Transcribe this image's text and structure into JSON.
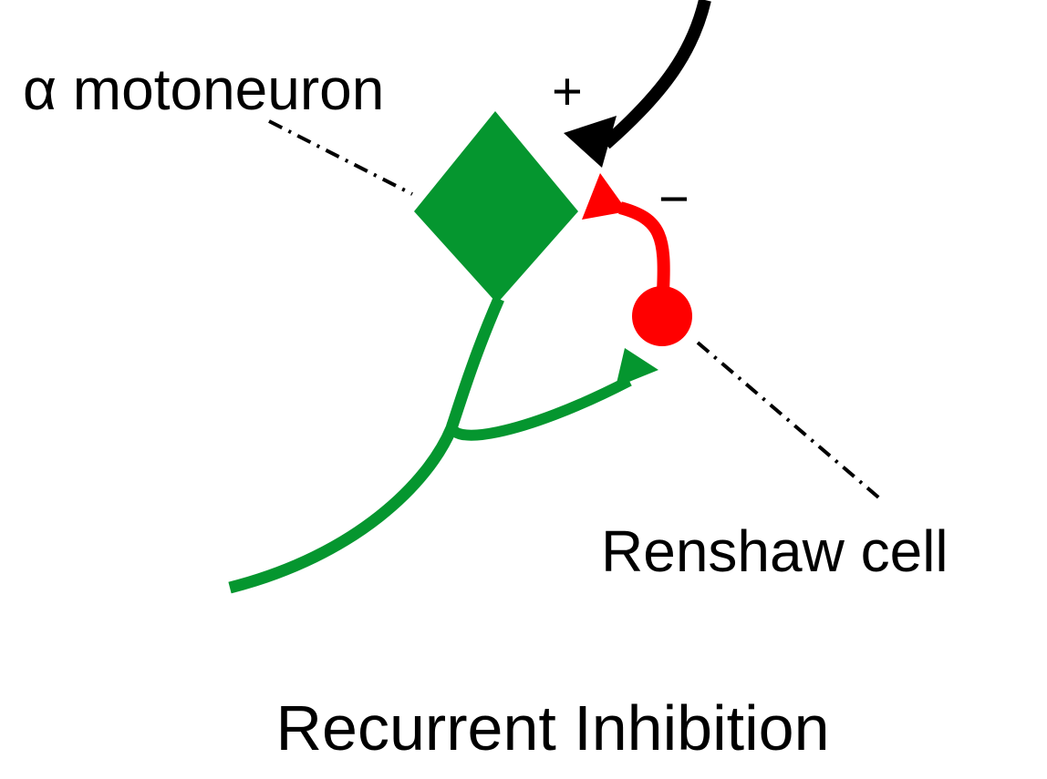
{
  "labels": {
    "motoneuron": "α motoneuron",
    "excitatory_sign": "+",
    "inhibitory_sign": "−",
    "renshaw": "Renshaw cell",
    "title": "Recurrent Inhibition"
  },
  "colors": {
    "motoneuron": "#05962f",
    "renshaw": "#ff0000",
    "excitatory_input": "#000000",
    "leader_line": "#000000",
    "background": "#ffffff"
  },
  "icons": {
    "motoneuron_soma": "green-diamond",
    "renshaw_soma": "red-circle",
    "synapse_terminal": "triangle-arrowhead"
  }
}
